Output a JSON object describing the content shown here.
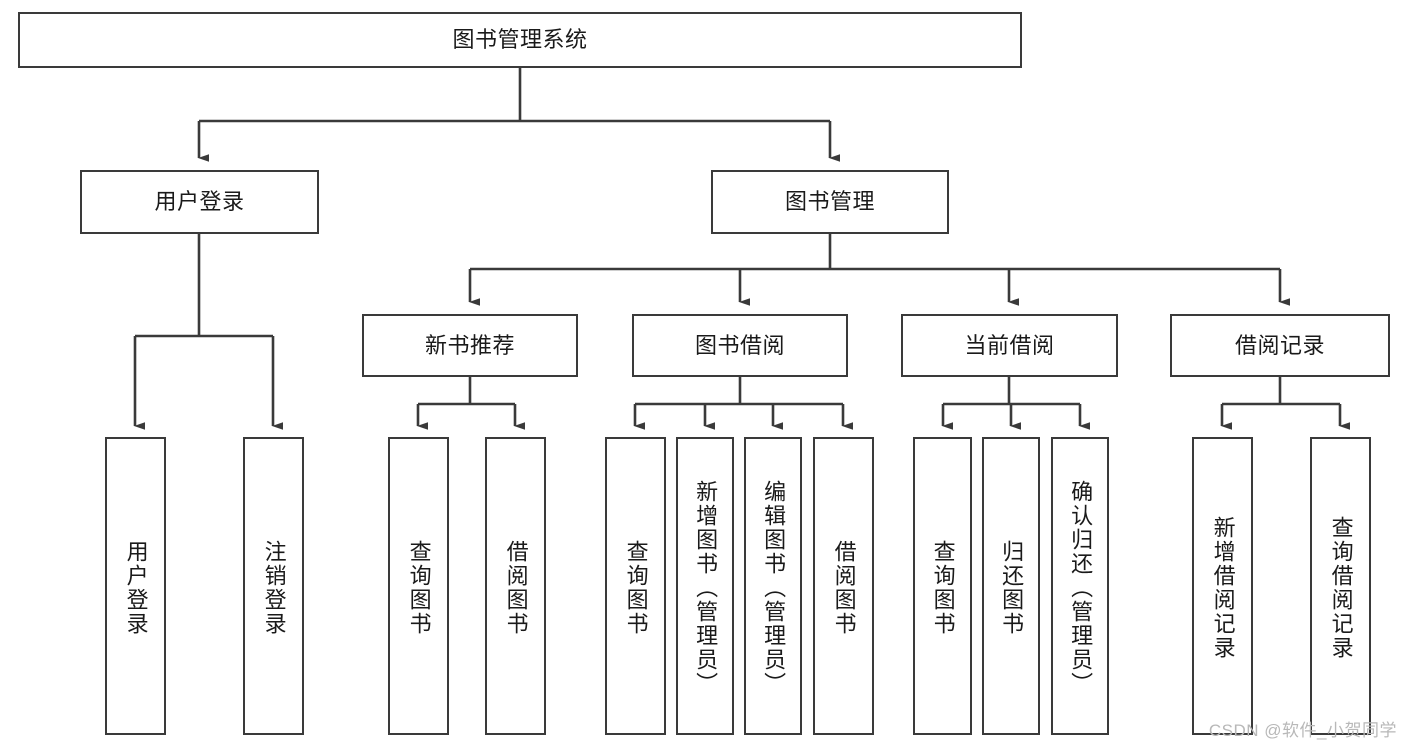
{
  "diagram": {
    "type": "tree-hierarchy-chart",
    "title_node": {
      "label": "图书管理系统"
    },
    "level2": [
      {
        "id": "user-login",
        "label": "用户登录"
      },
      {
        "id": "book-management",
        "label": "图书管理"
      }
    ],
    "level3": [
      {
        "id": "new-book-recommend",
        "label": "新书推荐",
        "parent": "book-management"
      },
      {
        "id": "book-borrow",
        "label": "图书借阅",
        "parent": "book-management"
      },
      {
        "id": "current-borrow",
        "label": "当前借阅",
        "parent": "book-management"
      },
      {
        "id": "borrow-record",
        "label": "借阅记录",
        "parent": "book-management"
      }
    ],
    "leaves": {
      "user-login": [
        {
          "id": "leaf-user-login",
          "label": "用户登录"
        },
        {
          "id": "leaf-logout-login",
          "label": "注销登录"
        }
      ],
      "new-book-recommend": [
        {
          "id": "leaf-query-book-1",
          "label": "查询图书"
        },
        {
          "id": "leaf-borrow-book-1",
          "label": "借阅图书"
        }
      ],
      "book-borrow": [
        {
          "id": "leaf-query-book-2",
          "label": "查询图书"
        },
        {
          "id": "leaf-add-book-admin",
          "label": "新增图书（管理员）"
        },
        {
          "id": "leaf-edit-book-admin",
          "label": "编辑图书（管理员）"
        },
        {
          "id": "leaf-borrow-book-2",
          "label": "借阅图书"
        }
      ],
      "current-borrow": [
        {
          "id": "leaf-query-book-3",
          "label": "查询图书"
        },
        {
          "id": "leaf-return-book",
          "label": "归还图书"
        },
        {
          "id": "leaf-confirm-return-admin",
          "label": "确认归还（管理员）"
        }
      ],
      "borrow-record": [
        {
          "id": "leaf-add-borrow-record",
          "label": "新增借阅记录"
        },
        {
          "id": "leaf-query-borrow-record",
          "label": "查询借阅记录"
        }
      ]
    },
    "watermark": "CSDN @软件_小贺同学",
    "colors": {
      "box_border": "#3a3a3a",
      "box_fill": "#ffffff",
      "connector": "#3a3a3a",
      "text": "#1a1a1a",
      "watermark": "#b8b8b8",
      "background": "#ffffff"
    }
  }
}
